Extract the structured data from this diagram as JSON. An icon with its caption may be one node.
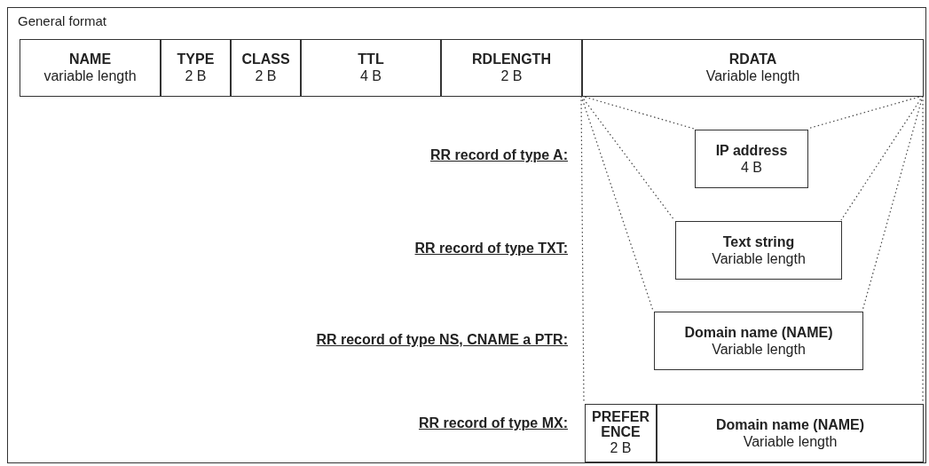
{
  "diagram": {
    "nodes": [
      {
        "text": [
          "General format"
        ]
      },
      {
        "text": [
          "NAME",
          "variable length"
        ],
        "in": 0
      },
      {
        "text": [
          "TYPE",
          "2 B"
        ],
        "in": 0
      },
      {
        "text": [
          "CLASS",
          "2 B"
        ],
        "in": 0
      },
      {
        "text": [
          "TTL",
          "4 B"
        ],
        "in": 0
      },
      {
        "text": [
          "RDLENGTH",
          "2 B"
        ],
        "in": 0
      },
      {
        "text": [
          "RDATA",
          "Variable length"
        ],
        "in": 0
      },
      {
        "text": [
          "IP address",
          "4 B"
        ],
        "in": 0
      },
      {
        "text": [
          "Text string",
          "Variable length"
        ],
        "in": 0
      },
      {
        "text": [
          "Domain name (NAME)",
          "Variable length"
        ],
        "in": 0
      },
      {
        "text": [
          "PREFERENCE",
          "2 B"
        ],
        "in": 0
      },
      {
        "text": [
          "Domain name (NAME)",
          "Variable length"
        ],
        "in": 0
      }
    ],
    "edges": [
      {
        "from": 6,
        "to": 7,
        "arrow": "none",
        "style": "dashed"
      },
      {
        "from": 6,
        "to": 7,
        "arrow": "none",
        "style": "dashed"
      },
      {
        "from": 6,
        "to": 8,
        "arrow": "none",
        "style": "dashed"
      },
      {
        "from": 6,
        "to": 8,
        "arrow": "none",
        "style": "dashed"
      },
      {
        "from": 6,
        "to": 9,
        "arrow": "none",
        "style": "dashed"
      },
      {
        "from": 6,
        "to": 9,
        "arrow": "none",
        "style": "dashed"
      },
      {
        "from": 6,
        "to": 10,
        "arrow": "none",
        "style": "dashed"
      },
      {
        "from": 6,
        "to": 11,
        "arrow": "none",
        "style": "dashed"
      }
    ],
    "labels": [
      "RR record of type A:",
      "RR record of type TXT:",
      "RR record of type NS, CNAME a PTR:",
      "RR record of type MX:"
    ]
  }
}
